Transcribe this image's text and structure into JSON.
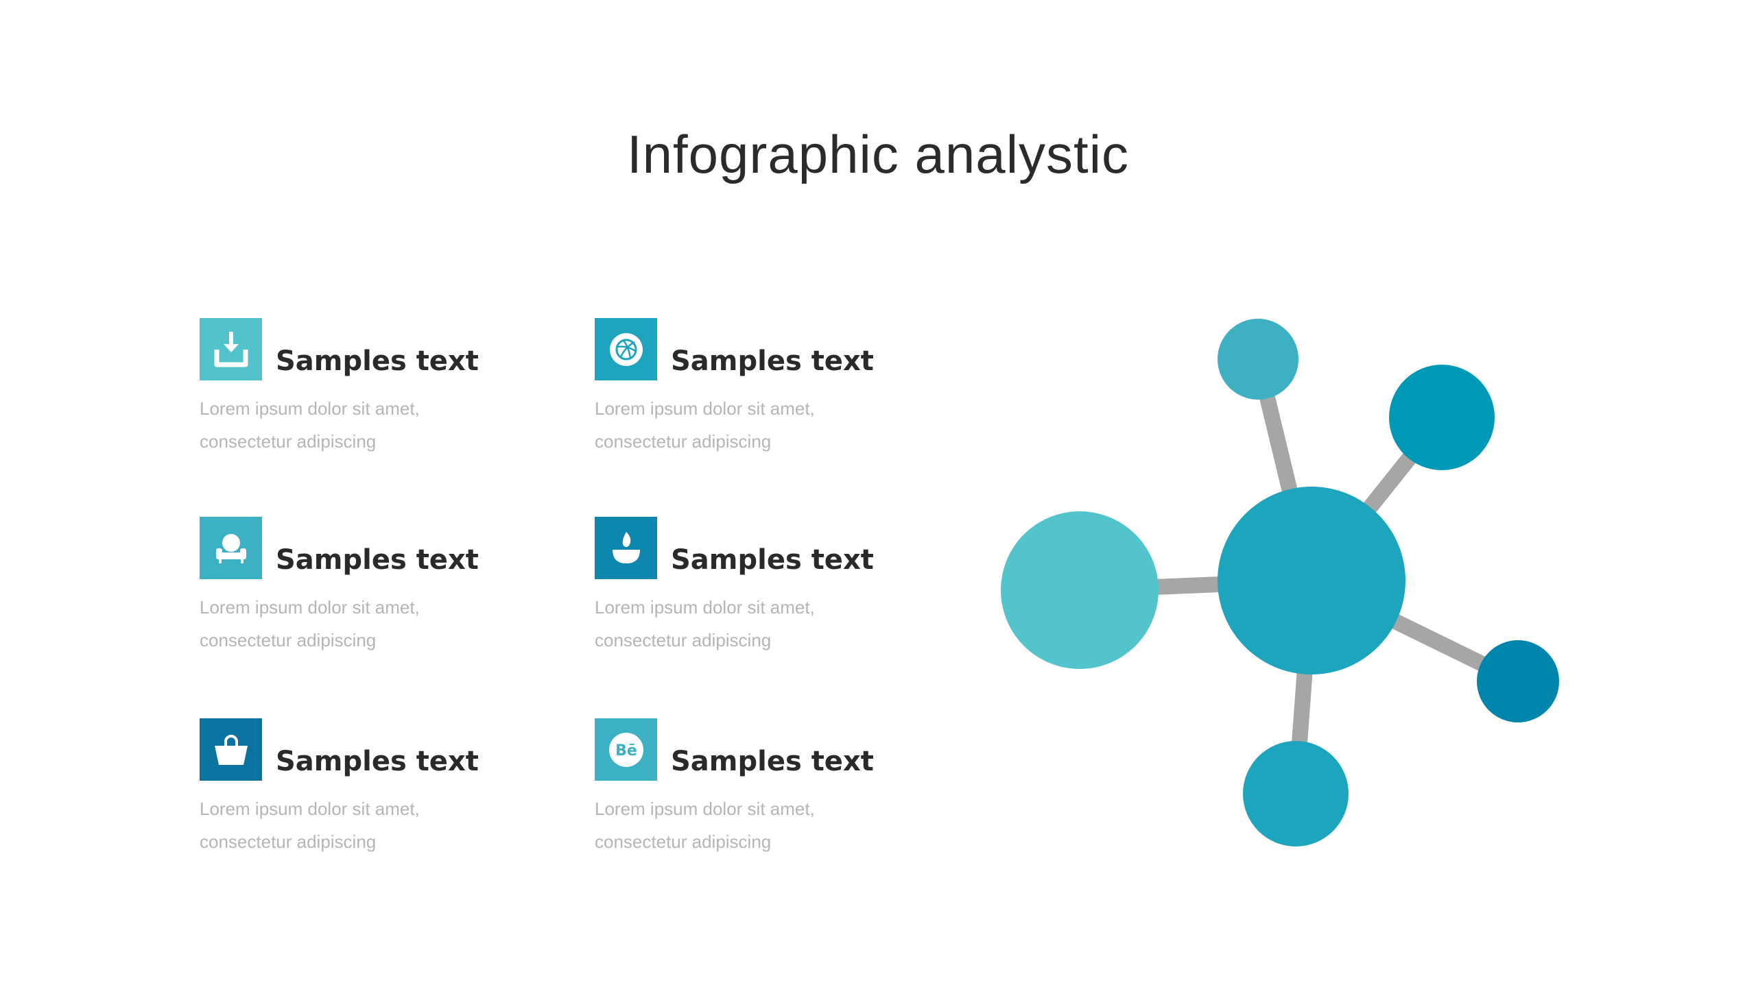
{
  "title": "Infographic analystic",
  "items": [
    {
      "title": "Samples text",
      "line1": "Lorem ipsum dolor sit amet,",
      "line2": "consectetur adipiscing",
      "icon": "download-icon",
      "color": "#52c3cb"
    },
    {
      "title": "Samples text",
      "line1": "Lorem ipsum dolor sit amet,",
      "line2": "consectetur adipiscing",
      "icon": "dribbble-icon",
      "color": "#1ea5bd"
    },
    {
      "title": "Samples text",
      "line1": "Lorem ipsum dolor sit amet,",
      "line2": "consectetur adipiscing",
      "icon": "armchair-icon",
      "color": "#3cb1c3"
    },
    {
      "title": "Samples text",
      "line1": "Lorem ipsum dolor sit amet,",
      "line2": "consectetur adipiscing",
      "icon": "fire-bowl-icon",
      "color": "#0e87ae"
    },
    {
      "title": "Samples text",
      "line1": "Lorem ipsum dolor sit amet,",
      "line2": "consectetur adipiscing",
      "icon": "shopping-bag-icon",
      "color": "#0a73a0"
    },
    {
      "title": "Samples text",
      "line1": "Lorem ipsum dolor sit amet,",
      "line2": "consectetur adipiscing",
      "icon": "behance-icon",
      "color": "#3cb1c3",
      "icon_text": "Bē"
    }
  ],
  "colors": {
    "center": "#1da5bd",
    "left": "#53c4cb",
    "top": "#3db1c3",
    "top_right": "#0098b7",
    "right": "#0086ad",
    "bottom": "#1da5bd",
    "connector": "#a6a6a6"
  }
}
